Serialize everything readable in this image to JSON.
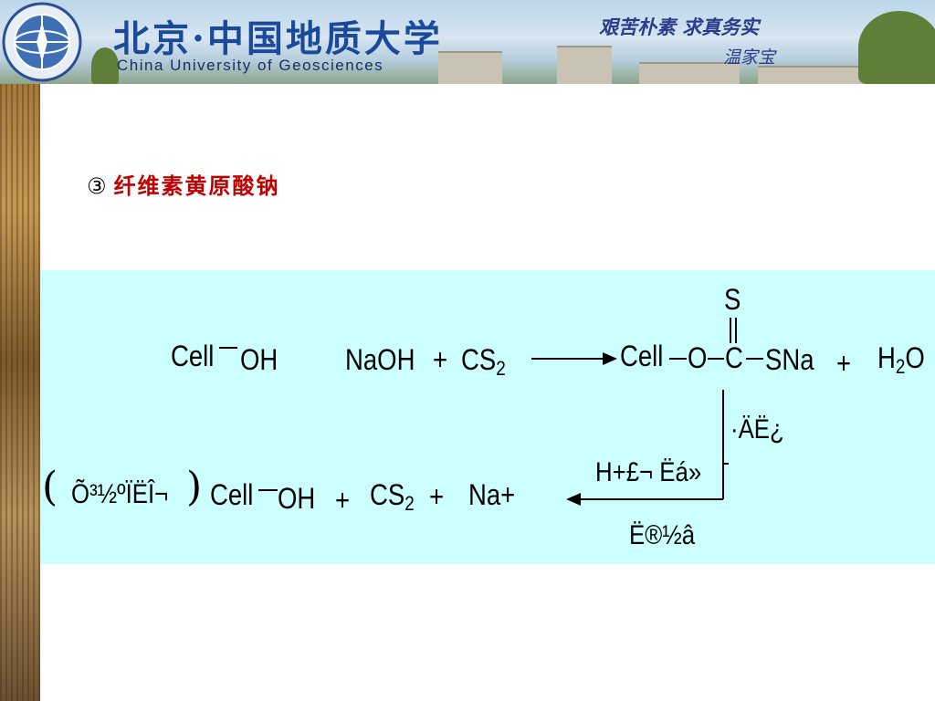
{
  "header": {
    "university_cn": "北京·中国地质大学",
    "university_en": "China University of Geosciences",
    "motto": "艰苦朴素 求真务实",
    "motto_signature": "温家宝"
  },
  "slide": {
    "title_marker": "③",
    "title": "纤维素黄原酸钠"
  },
  "reaction": {
    "reactant1": "Cell",
    "reactant1_group": "OH",
    "reagent_naoh": "NaOH",
    "plus": "+",
    "reagent_cs": "CS",
    "subscript_2": "2",
    "product_cell": "Cell",
    "product_o": "O",
    "product_c": "C",
    "product_s": "S",
    "product_sna": "SNa",
    "water_h": "H",
    "water_o": "O",
    "step_label_1": "·ÄË¿",
    "step_label_2": "H+£¬ Ëá»",
    "step_label_3": "Ë®½â",
    "regen_paren_open": "(",
    "regen_label": "Õ³½ºÏËÎ¬",
    "regen_paren_close": ")",
    "regen_cell": "Cell",
    "regen_oh": "OH",
    "regen_na": "Na+"
  },
  "colors": {
    "panel_bg": "#ccffff",
    "title_red": "#c00000",
    "banner_text": "#1b4a9a"
  }
}
